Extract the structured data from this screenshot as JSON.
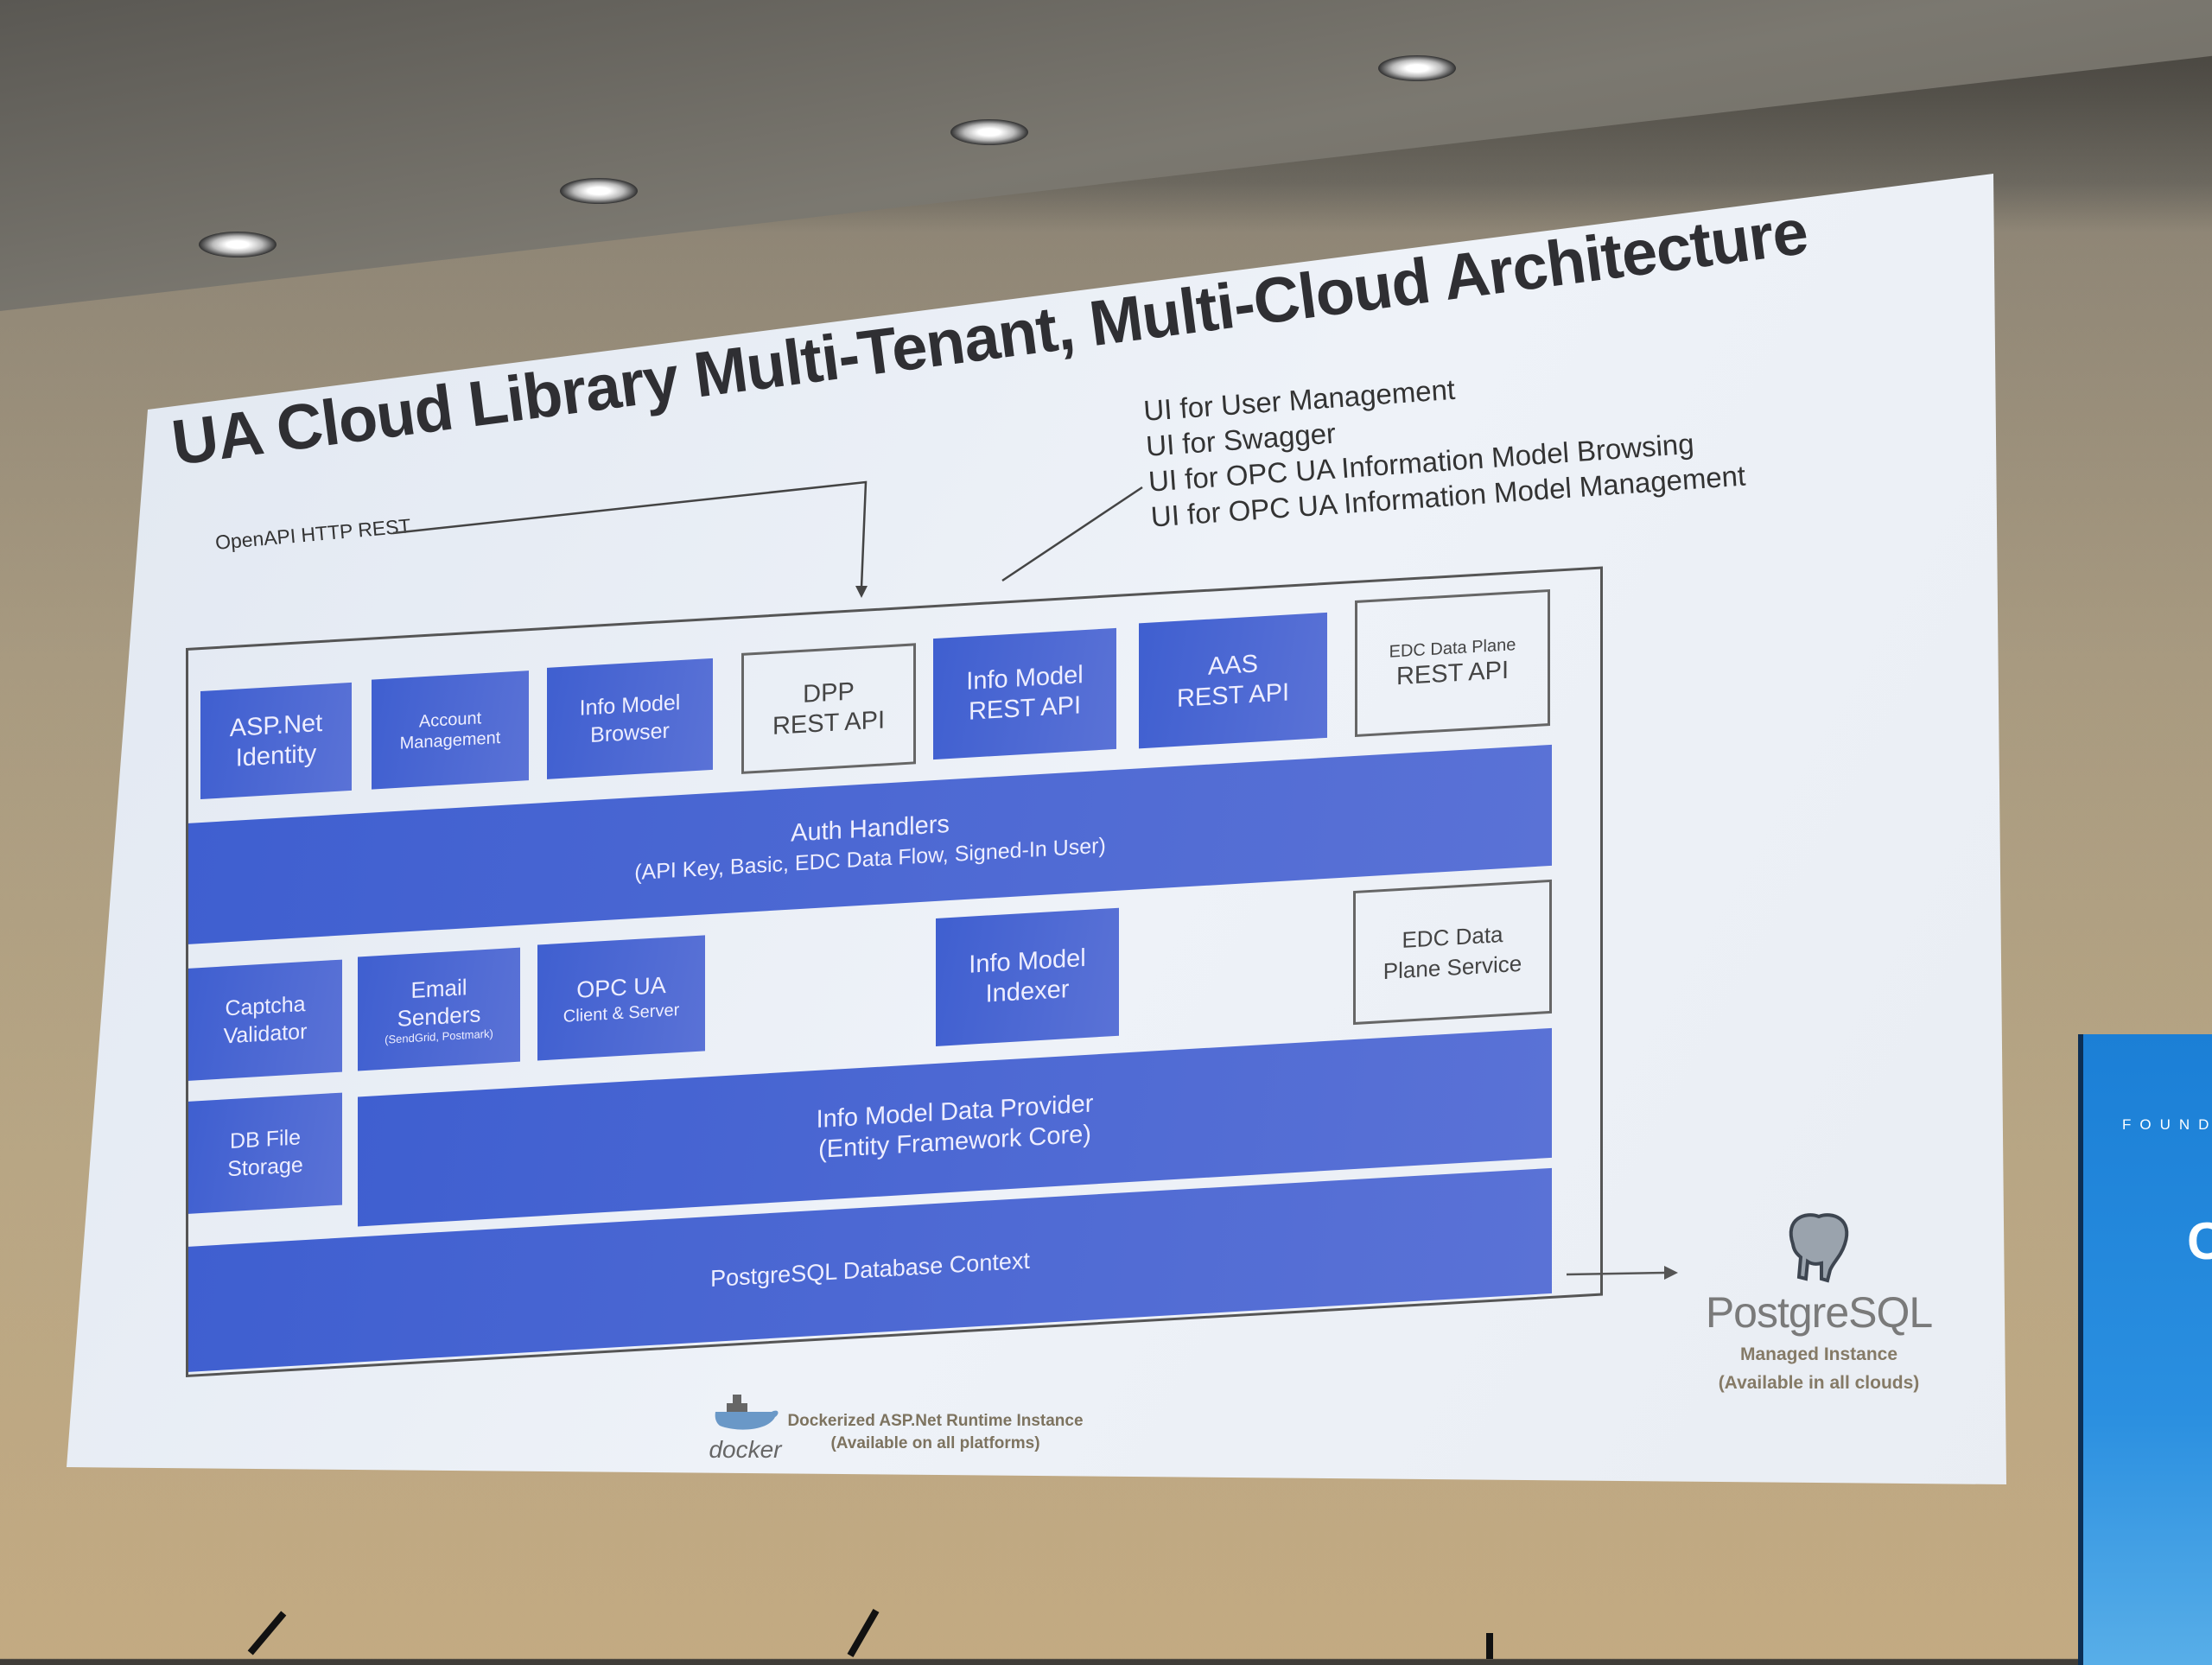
{
  "slide": {
    "title": "UA Cloud Library Multi-Tenant, Multi-Cloud Architecture",
    "ui_labels": [
      "UI for User Management",
      "UI for Swagger",
      "UI for OPC UA Information Model Browsing",
      "UI for OPC UA Information Model Management"
    ],
    "openapi_label": "OpenAPI HTTP REST",
    "top_row": [
      {
        "l1": "ASP.Net",
        "l2": "Identity"
      },
      {
        "l1": "Account",
        "l2": "Management"
      },
      {
        "l1": "Info Model",
        "l2": "Browser"
      },
      {
        "l1": "DPP",
        "l2": "REST API"
      },
      {
        "l1": "Info Model",
        "l2": "REST API"
      },
      {
        "l1": "AAS",
        "l2": "REST API"
      },
      {
        "l1": "EDC Data Plane",
        "l2": "REST API"
      }
    ],
    "auth": {
      "title": "Auth Handlers",
      "sub": "(API Key, Basic, EDC Data Flow, Signed-In User)"
    },
    "middle_row": [
      {
        "l1": "Captcha",
        "l2": "Validator"
      },
      {
        "l1": "Email",
        "l2": "Senders",
        "l3": "(SendGrid, Postmark)"
      },
      {
        "l1": "OPC UA",
        "l2": "Client & Server"
      },
      {
        "l1": "Info Model",
        "l2": "Indexer"
      },
      {
        "l1": "EDC Data",
        "l2": "Plane Service"
      }
    ],
    "db_file": {
      "l1": "DB File",
      "l2": "Storage"
    },
    "data_provider": {
      "l1": "Info Model Data Provider",
      "l2": "(Entity Framework Core)"
    },
    "db_context": "PostgreSQL Database Context",
    "postgres": {
      "name": "PostgreSQL",
      "cap1": "Managed Instance",
      "cap2": "(Available in all clouds)"
    },
    "docker": {
      "name": "docker",
      "cap1": "Dockerized ASP.Net Runtime Instance",
      "cap2": "(Available on all platforms)"
    }
  },
  "side_logo": {
    "text": "FOUND",
    "partial": "C"
  },
  "colors": {
    "box_blue": "#4a67d3",
    "border": "#555555",
    "slide_bg": "#e9eef5"
  }
}
